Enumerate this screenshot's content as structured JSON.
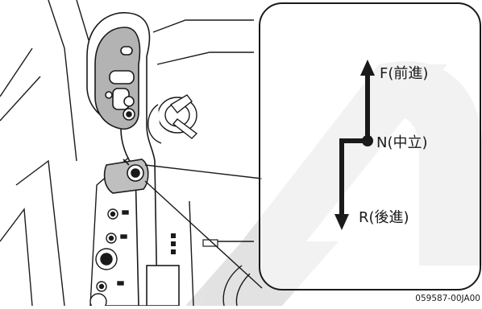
{
  "shift_diagram": {
    "forward_label": "F(前進)",
    "neutral_label": "N(中立)",
    "reverse_label": "R(後進)"
  },
  "figure_code": "059587-00JA00"
}
